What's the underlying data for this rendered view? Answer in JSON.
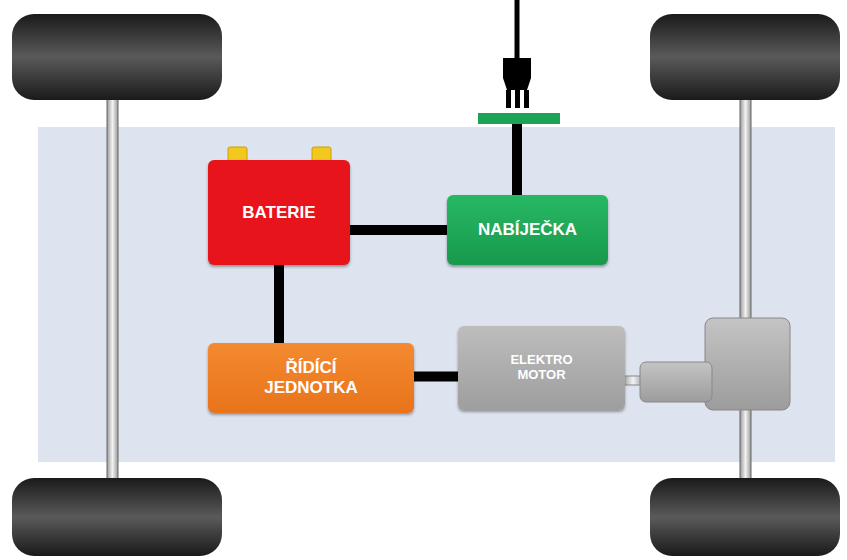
{
  "diagram": {
    "nodes": [
      {
        "text": [
          "BATERIE"
        ]
      },
      {
        "text": [
          "NABÍJEČKA"
        ]
      },
      {
        "text": [
          "ŘÍDÍCÍ JEDNOTKA"
        ]
      },
      {
        "text": [
          "ELEKTRO MOTOR"
        ]
      }
    ],
    "edges": [
      {
        "from": 0,
        "to": 1,
        "arrow": "none"
      },
      {
        "from": 0,
        "to": 2,
        "arrow": "none"
      },
      {
        "from": 2,
        "to": 3,
        "arrow": "none"
      }
    ]
  }
}
